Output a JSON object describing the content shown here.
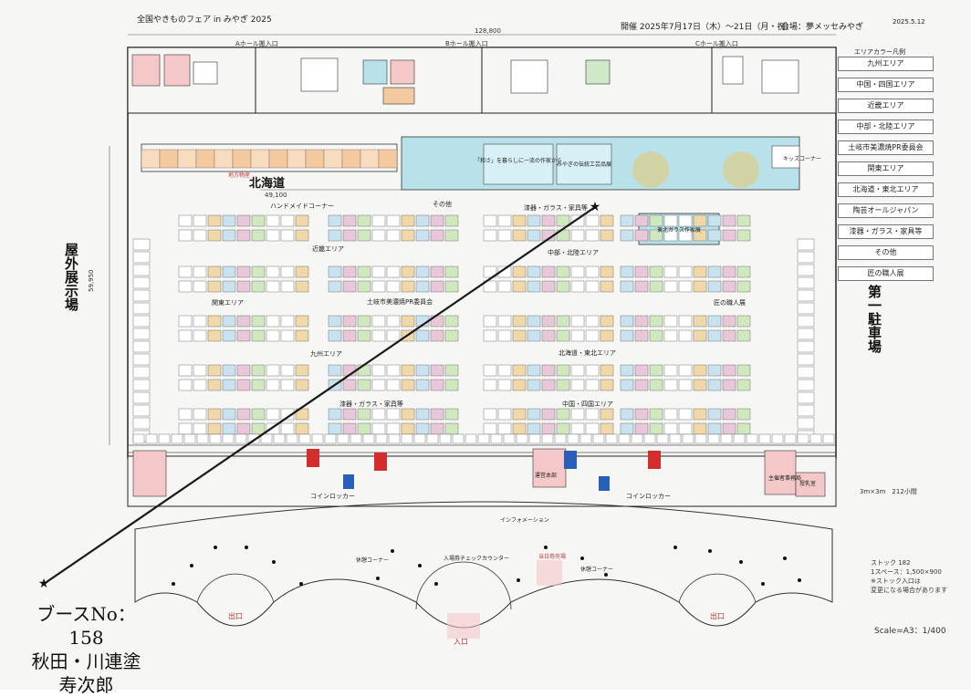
{
  "header": {
    "title": "全国やきものフェア in みやぎ 2025",
    "dates": "開催 2025年7月17日（木）～21日（月・祝）",
    "venue": "会場：夢メッセみやぎ",
    "page_no": "2025.5.12"
  },
  "legend": {
    "title": "エリアカラー凡例",
    "items": [
      "九州エリア",
      "中国・四国エリア",
      "近畿エリア",
      "中部・北陸エリア",
      "土岐市美濃焼PR委員会",
      "関東エリア",
      "北海道・東北エリア",
      "陶芸オールジャパン",
      "漆器・ガラス・家具等",
      "その他",
      "匠の職人展"
    ],
    "stock_note": "ストック 182",
    "space_note": "1スペース：1,500×900",
    "stock_note2": "※ストック入口は",
    "stock_note3": "変更になる場合があります",
    "scale": "Scale=A3：1/400",
    "area_note": "3m×3m　212小間"
  },
  "map": {
    "hall_a_entry": "Aホール搬入口",
    "hall_b_entry": "Bホール搬入口",
    "hall_c_entry": "Cホール搬入口",
    "outdoor": "屋外展示場",
    "parking": "第一駐車場",
    "hokkaido_small": "地方物産",
    "hokkaido": "北海道",
    "handmade": "ハンドメイドコーナー",
    "shitsuki": "漆器・ガラス・家具等",
    "shitsuki2": "漆器・ガラス・家具等",
    "tohoku_glass": "東北ガラス作家展",
    "kinki": "近畿エリア",
    "chubu": "中部・北陸エリア",
    "kanto": "関東エリア",
    "toki": "土岐市美濃焼PR委員会",
    "kyushu": "九州エリア",
    "hokkaido_tohoku": "北海道・東北エリア",
    "chugoku": "中国・四国エリア",
    "takumi": "匠の職人展",
    "sonota": "その他",
    "kids": "キッズコーナー",
    "washoku": "「和さ」を暮らしに一流の作家から",
    "miyagi": "みやぎの伝統工芸品展",
    "coin_locker_1": "コインロッカー",
    "coin_locker_2": "コインロッカー",
    "info": "インフォメーション",
    "hq": "運営本部",
    "organizer": "主催者事務局",
    "nursing": "授乳室",
    "ticket": "入場券チェックカウンター",
    "ticket_sales": "当日券売場",
    "exit_1": "出口",
    "exit_2": "出口",
    "entrance": "入口",
    "relax_1": "休憩コーナー",
    "relax_2": "休憩コーナー",
    "width_dim": "128,800",
    "inner_dim": "49,100",
    "height_dim": "59,950"
  },
  "booth": {
    "line1": "ブースNo：158",
    "line2": "秋田・川連塗",
    "line3": "寿次郎"
  },
  "colors": {
    "line": "#222222",
    "blue_area": "#b9e1ea",
    "pink": "#f4c8c8",
    "orange": "#f5c9a0",
    "green": "#cfe8c8",
    "red_wc": "#d32d2d",
    "blue_wc": "#2a5fb8"
  }
}
